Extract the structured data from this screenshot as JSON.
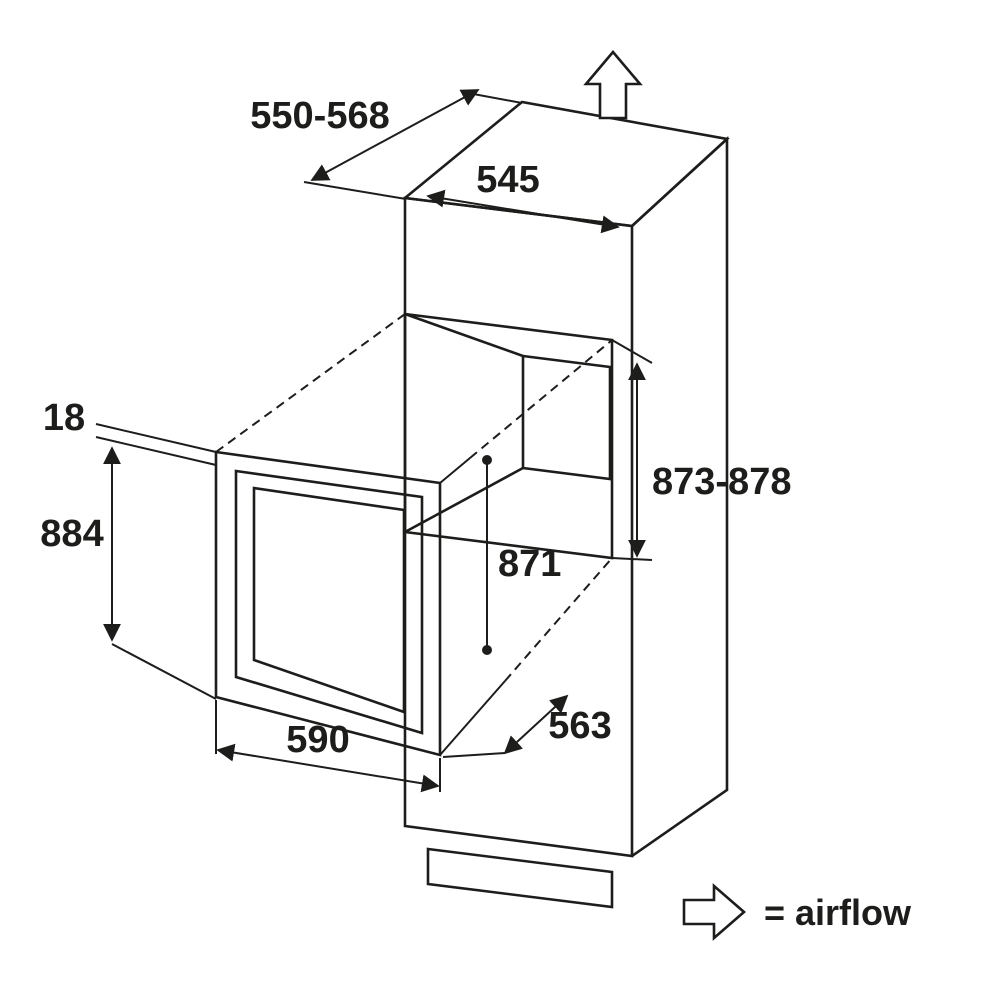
{
  "dimensions": {
    "cabinet_depth": "550-568",
    "top_width": "545",
    "panel_gap": "18",
    "appliance_height": "884",
    "niche_height": "873-878",
    "inner_height": "871",
    "appliance_width": "590",
    "appliance_depth": "563"
  },
  "legend": {
    "airflow_text": "= airflow"
  },
  "colors": {
    "line": "#1d1d1b",
    "text": "#1d1d1b",
    "background": "#ffffff"
  },
  "icons": [
    "airflow-up-arrow",
    "airflow-right-arrow"
  ]
}
